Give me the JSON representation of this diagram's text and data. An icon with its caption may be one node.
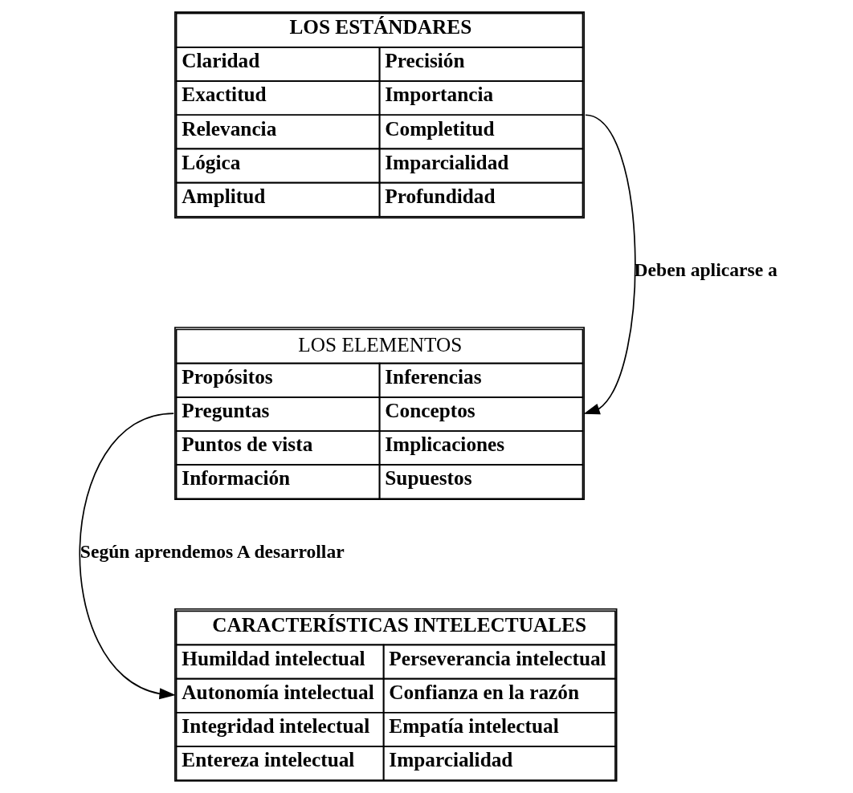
{
  "diagram": {
    "nodes": [
      {
        "text": [
          "LOS ESTÁNDARES",
          "Claridad",
          "Precisión",
          "Exactitud",
          "Importancia",
          "Relevancia",
          "Completitud",
          "Lógica",
          "Imparcialidad",
          "Amplitud",
          "Profundidad"
        ]
      },
      {
        "text": [
          "LOS ELEMENTOS",
          "Propósitos",
          "Inferencias",
          "Preguntas",
          "Conceptos",
          "Puntos de vista",
          "Implicaciones",
          "Información",
          "Supuestos"
        ]
      },
      {
        "text": [
          "CARACTERÍSTICAS INTELECTUALES",
          "Humildad intelectual",
          "Perseverancia intelectual",
          "Autonomía intelectual",
          "Confianza en la razón",
          "Integridad intelectual",
          "Empatía intelectual",
          "Entereza intelectual",
          "Imparcialidad"
        ]
      }
    ],
    "edges": [
      {
        "from": 0,
        "to": 1,
        "arrow": "to",
        "label": "Deben aplicarse a"
      },
      {
        "from": 1,
        "to": 2,
        "arrow": "to",
        "label": "Según aprendemos A desarrollar"
      }
    ]
  }
}
